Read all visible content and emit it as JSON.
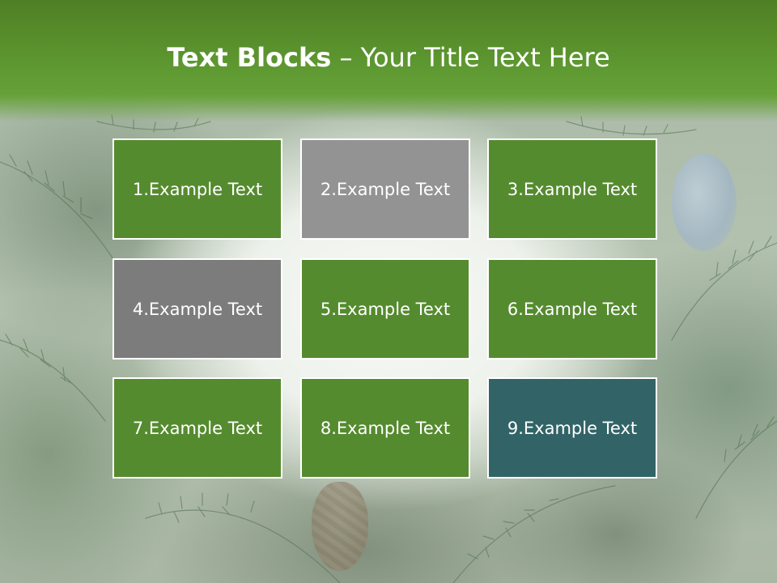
{
  "slide": {
    "title_bold": "Text Blocks",
    "title_dash": " – ",
    "title_rest": "Your Title Text Here"
  },
  "colors": {
    "header_green": "#5b942e",
    "block_green": "#558b2f",
    "block_gray_light": "#939393",
    "block_gray_dark": "#7c7c7c",
    "block_teal": "#326467",
    "border": "#ffffff",
    "text": "#ffffff"
  },
  "blocks": [
    {
      "label": "1.Example Text",
      "color": "#558b2f"
    },
    {
      "label": "2.Example Text",
      "color": "#939393"
    },
    {
      "label": "3.Example Text",
      "color": "#558b2f"
    },
    {
      "label": "4.Example Text",
      "color": "#7c7c7c"
    },
    {
      "label": "5.Example Text",
      "color": "#558b2f"
    },
    {
      "label": "6.Example Text",
      "color": "#558b2f"
    },
    {
      "label": "7.Example Text",
      "color": "#558b2f"
    },
    {
      "label": "8.Example Text",
      "color": "#558b2f"
    },
    {
      "label": "9.Example Text",
      "color": "#326467"
    }
  ]
}
